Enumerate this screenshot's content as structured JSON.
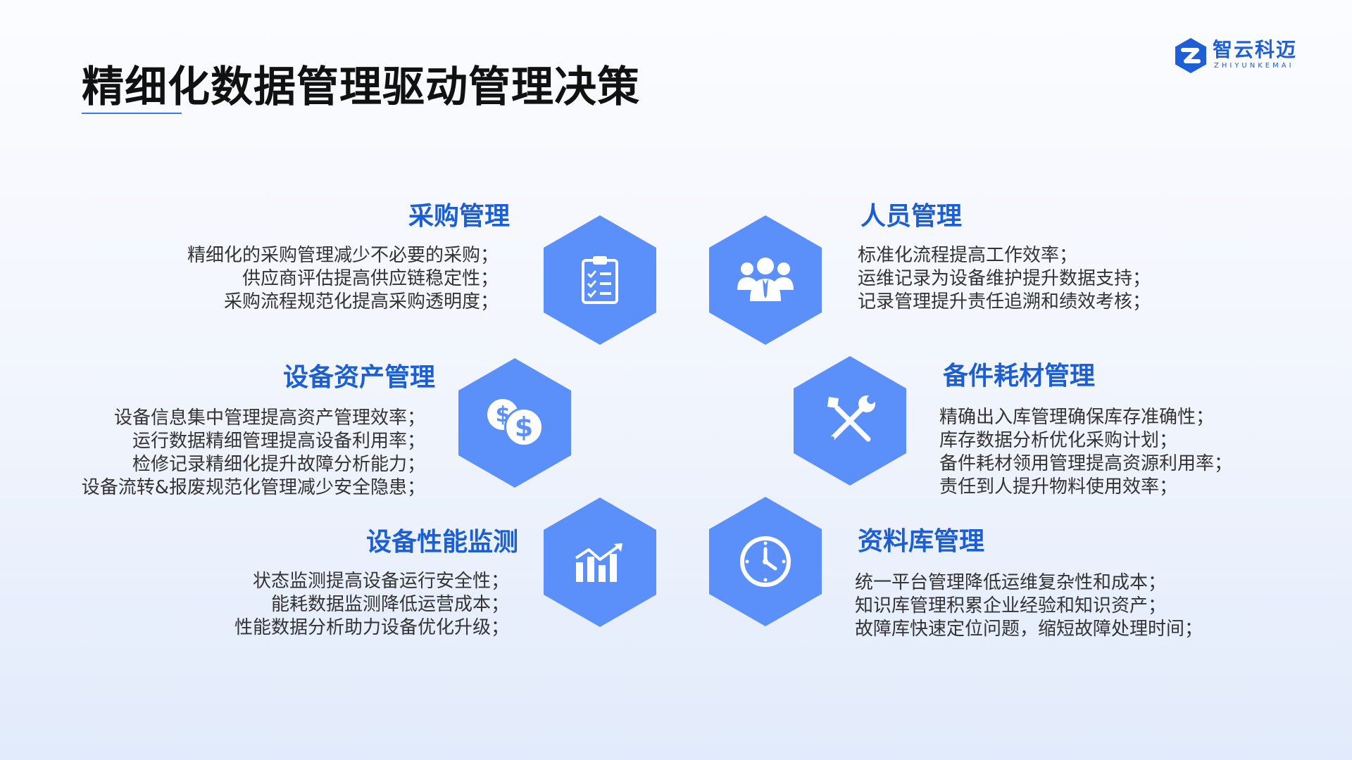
{
  "page": {
    "title": "精细化数据管理驱动管理决策"
  },
  "logo": {
    "name_cn": "智云科迈",
    "name_en": "ZHIYUNKEMAI",
    "brand_color": "#1f5fd6"
  },
  "colors": {
    "hexagon": "#5b8ff9",
    "section_title": "#1c5fd4",
    "accent_line": "#3a78f0"
  },
  "sections": {
    "procurement": {
      "title": "采购管理",
      "icon": "clipboard-checklist-icon",
      "lines": [
        "精细化的采购管理减少不必要的采购；",
        "供应商评估提高供应链稳定性；",
        "采购流程规范化提高采购透明度；"
      ]
    },
    "personnel": {
      "title": "人员管理",
      "icon": "people-group-icon",
      "lines": [
        "标准化流程提高工作效率；",
        "运维记录为设备维护提升数据支持；",
        "记录管理提升责任追溯和绩效考核；"
      ]
    },
    "assets": {
      "title": "设备资产管理",
      "icon": "dollar-coins-icon",
      "lines": [
        "设备信息集中管理提高资产管理效率；",
        "运行数据精细管理提高设备利用率；",
        "检修记录精细化提升故障分析能力；",
        "设备流转&报废规范化管理减少安全隐患；"
      ]
    },
    "spares": {
      "title": "备件耗材管理",
      "icon": "wrench-screwdriver-icon",
      "lines": [
        "精确出入库管理确保库存准确性；",
        "库存数据分析优化采购计划；",
        "备件耗材领用管理提高资源利用率；",
        "责任到人提升物料使用效率；"
      ]
    },
    "performance": {
      "title": "设备性能监测",
      "icon": "bar-chart-trend-icon",
      "lines": [
        "状态监测提高设备运行安全性；",
        "能耗数据监测降低运营成本；",
        "性能数据分析助力设备优化升级；"
      ]
    },
    "library": {
      "title": "资料库管理",
      "icon": "clock-icon",
      "lines": [
        "统一平台管理降低运维复杂性和成本；",
        "知识库管理积累企业经验和知识资产；",
        "故障库快速定位问题，缩短故障处理时间；"
      ]
    }
  }
}
